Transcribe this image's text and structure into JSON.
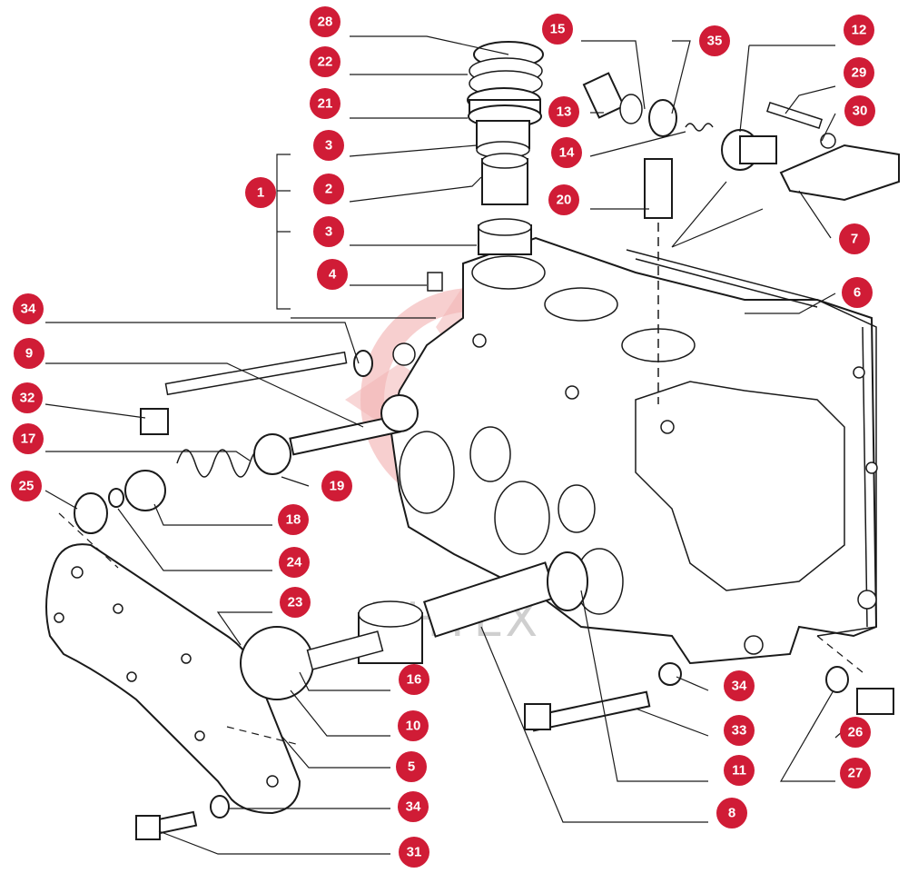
{
  "watermark": {
    "text": "ИНТЕХ"
  },
  "colors": {
    "badge": "#d01c36",
    "badge_text": "#ffffff",
    "line_art": "#1a1a1a",
    "watermark_gear": "#f3b5b5",
    "watermark_text": "#cfcfcf"
  },
  "callouts": [
    {
      "id": "c28",
      "label": "28"
    },
    {
      "id": "c22",
      "label": "22"
    },
    {
      "id": "c21",
      "label": "21"
    },
    {
      "id": "c3a",
      "label": "3"
    },
    {
      "id": "c2",
      "label": "2"
    },
    {
      "id": "c1",
      "label": "1"
    },
    {
      "id": "c3b",
      "label": "3"
    },
    {
      "id": "c4",
      "label": "4"
    },
    {
      "id": "c34a",
      "label": "34"
    },
    {
      "id": "c9",
      "label": "9"
    },
    {
      "id": "c32",
      "label": "32"
    },
    {
      "id": "c17",
      "label": "17"
    },
    {
      "id": "c25",
      "label": "25"
    },
    {
      "id": "c19",
      "label": "19"
    },
    {
      "id": "c18",
      "label": "18"
    },
    {
      "id": "c24",
      "label": "24"
    },
    {
      "id": "c23",
      "label": "23"
    },
    {
      "id": "c16",
      "label": "16"
    },
    {
      "id": "c10",
      "label": "10"
    },
    {
      "id": "c5",
      "label": "5"
    },
    {
      "id": "c34c",
      "label": "34"
    },
    {
      "id": "c31",
      "label": "31"
    },
    {
      "id": "c15",
      "label": "15"
    },
    {
      "id": "c35",
      "label": "35"
    },
    {
      "id": "c12",
      "label": "12"
    },
    {
      "id": "c13",
      "label": "13"
    },
    {
      "id": "c29",
      "label": "29"
    },
    {
      "id": "c30",
      "label": "30"
    },
    {
      "id": "c14",
      "label": "14"
    },
    {
      "id": "c20",
      "label": "20"
    },
    {
      "id": "c7",
      "label": "7"
    },
    {
      "id": "c6",
      "label": "6"
    },
    {
      "id": "c34b",
      "label": "34"
    },
    {
      "id": "c33",
      "label": "33"
    },
    {
      "id": "c26",
      "label": "26"
    },
    {
      "id": "c11",
      "label": "11"
    },
    {
      "id": "c27",
      "label": "27"
    },
    {
      "id": "c8",
      "label": "8"
    }
  ]
}
